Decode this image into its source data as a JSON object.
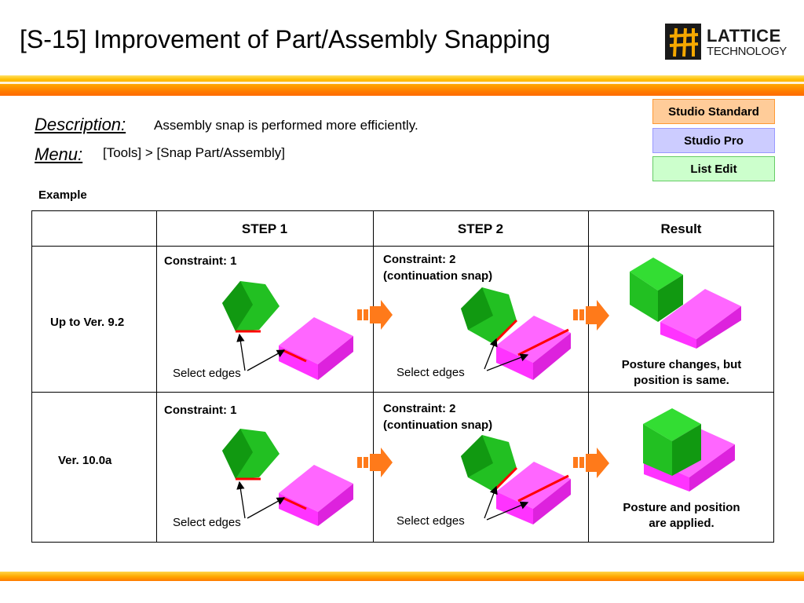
{
  "slide": {
    "title": "[S-15] Improvement of Part/Assembly Snapping"
  },
  "logo": {
    "name": "LATTICE",
    "sub": "TECHNOLOGY"
  },
  "description": {
    "label": "Description:",
    "text": "Assembly snap is performed more efficiently."
  },
  "menu": {
    "label": "Menu:",
    "text": "[Tools] > [Snap Part/Assembly]"
  },
  "badges": {
    "standard": "Studio Standard",
    "pro": "Studio Pro",
    "list_edit": "List Edit"
  },
  "example_label": "Example",
  "table": {
    "headers": [
      "STEP 1",
      "STEP 2",
      "Result"
    ],
    "rows": [
      {
        "label": "Up to Ver. 9.2",
        "step1_caption": "Constraint: 1",
        "step1_select": "Select edges",
        "step2_caption_line1": "Constraint: 2",
        "step2_caption_line2": "(continuation snap)",
        "step2_select": "Select edges",
        "result_line1": "Posture changes, but",
        "result_line2": "position is same."
      },
      {
        "label": "Ver. 10.0a",
        "step1_caption": "Constraint: 1",
        "step1_select": "Select edges",
        "step2_caption_line1": "Constraint: 2",
        "step2_caption_line2": "(continuation snap)",
        "step2_select": "Select edges",
        "result_line1": "Posture and position",
        "result_line2": "are applied."
      }
    ]
  },
  "colors": {
    "cube_green": "#22c022",
    "box_magenta": "#ff33ff",
    "edge_red": "#ff0000",
    "arrow_orange": "#ff7a1a",
    "badge_standard": "#ffcc99",
    "badge_pro": "#ccccff",
    "badge_list_edit": "#ccffcc"
  }
}
